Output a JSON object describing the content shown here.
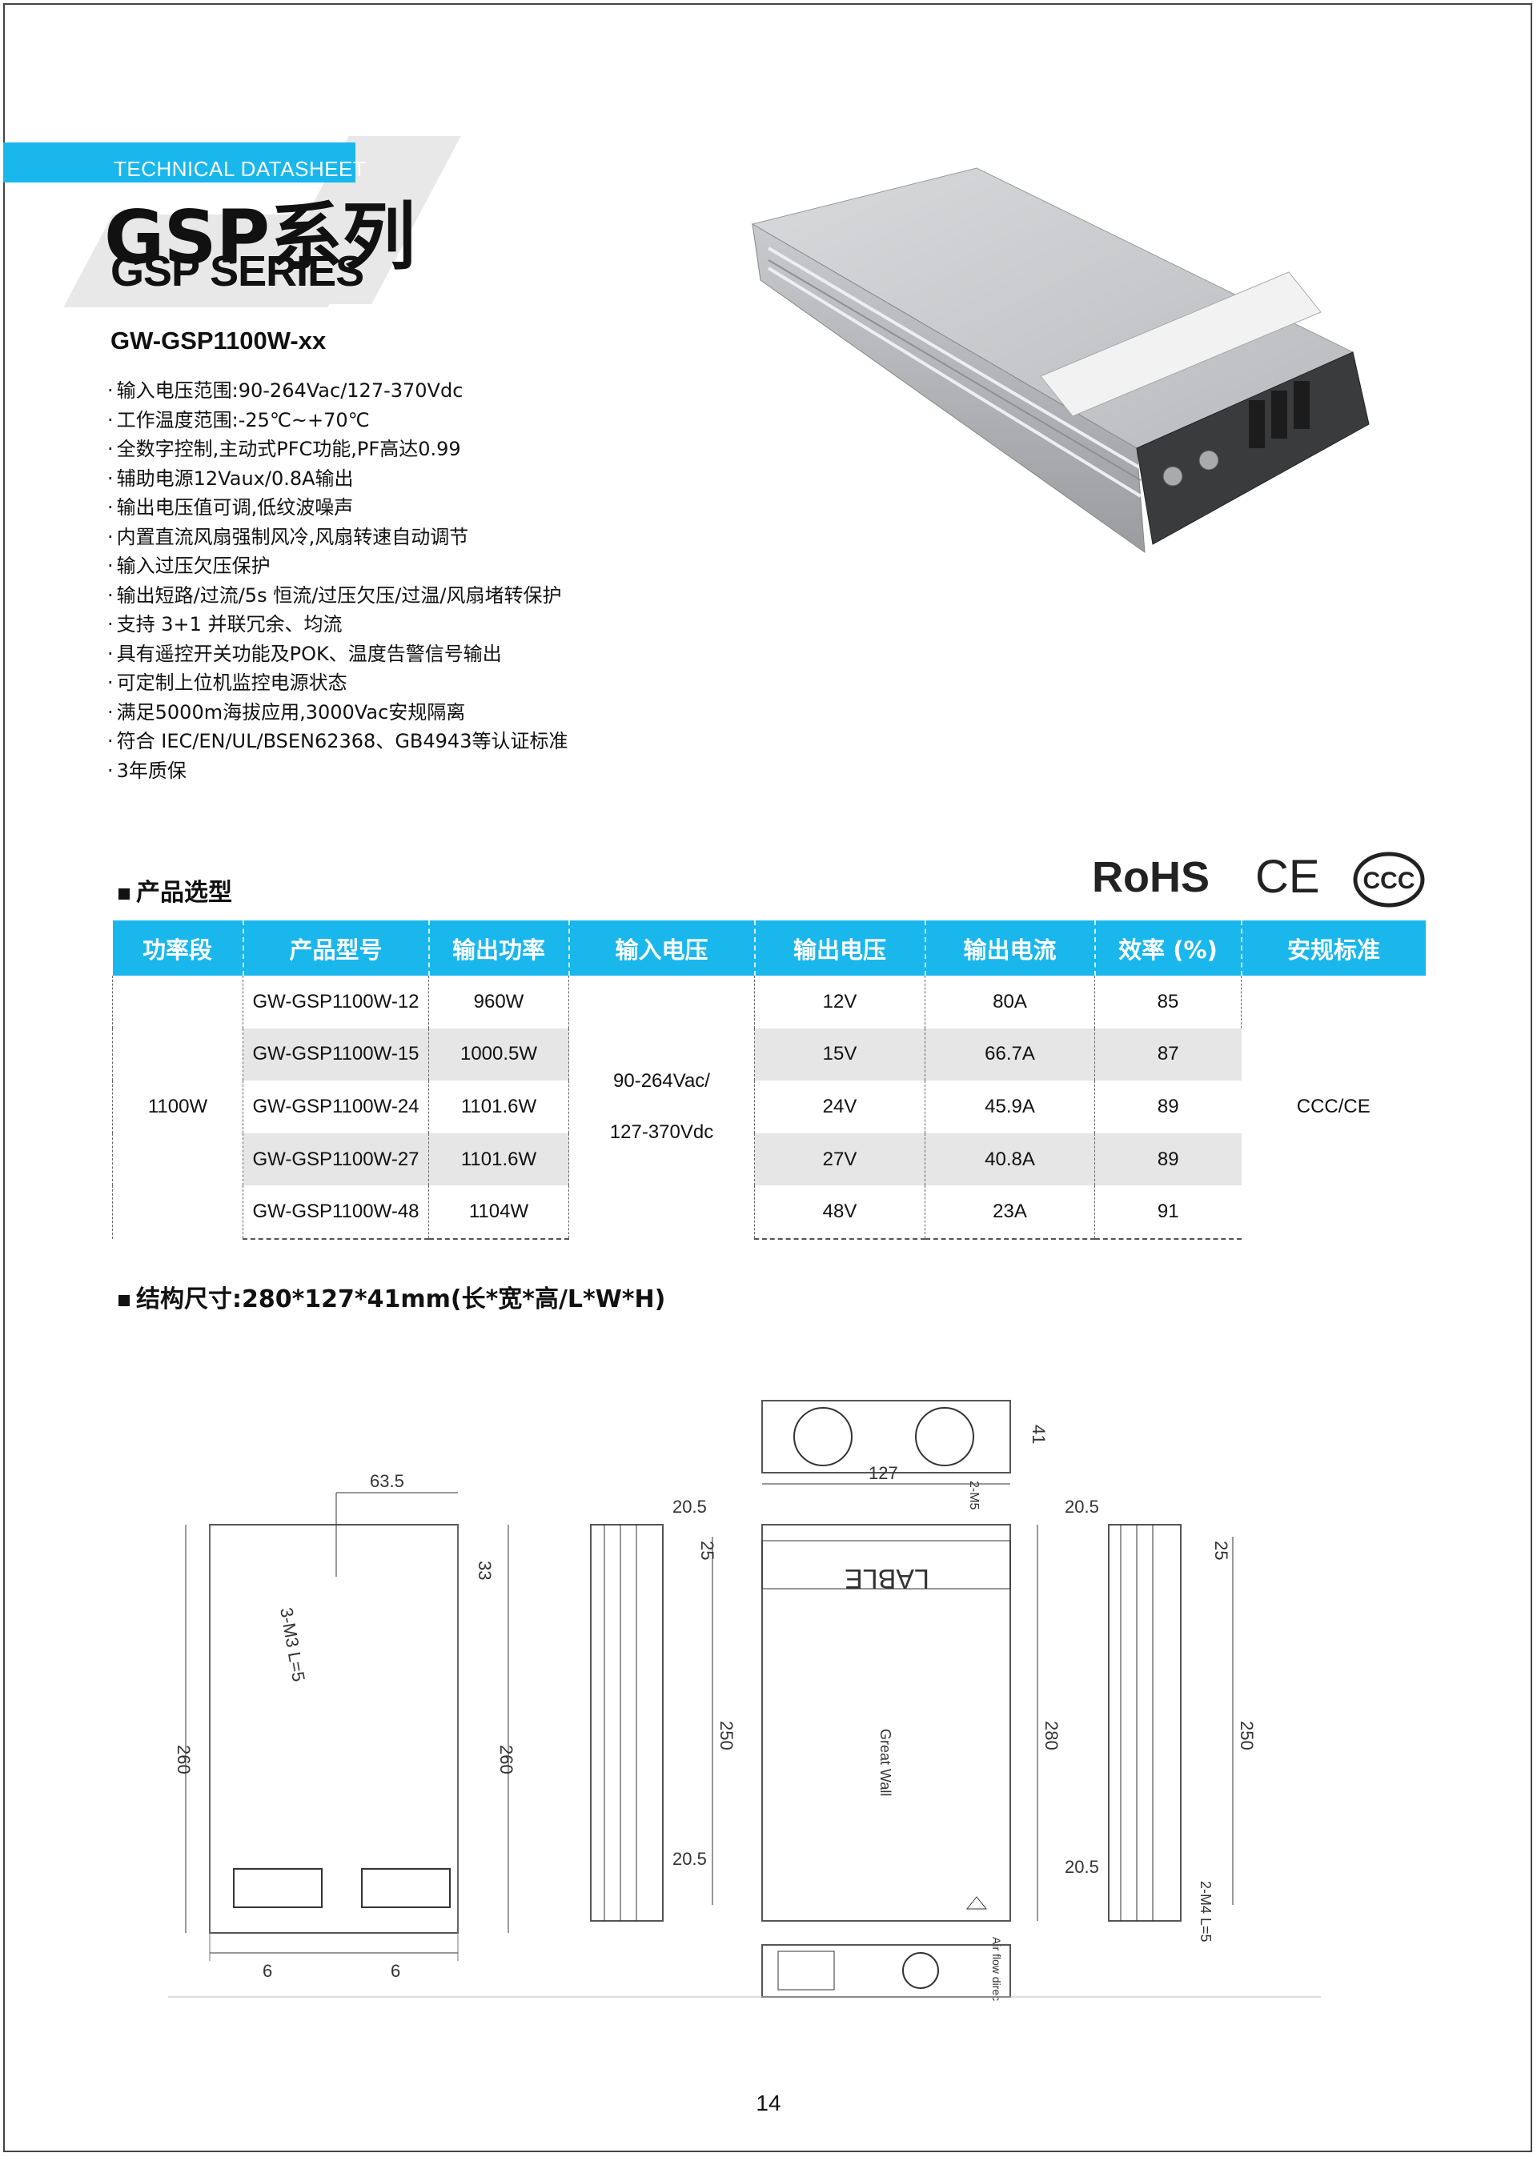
{
  "header": {
    "label": "TECHNICAL DATASHEET",
    "title_cn": "GSP系列",
    "title_en": "GSP SERIES"
  },
  "model": "GW-GSP1100W-xx",
  "features": [
    "输入电压范围:90-264Vac/127-370Vdc",
    "工作温度范围:-25℃~+70℃",
    "全数字控制,主动式PFC功能,PF高达0.99",
    "辅助电源12Vaux/0.8A输出",
    "输出电压值可调,低纹波噪声",
    "内置直流风扇强制风冷,风扇转速自动调节",
    "输入过压欠压保护",
    "输出短路/过流/5s 恒流/过压欠压/过温/风扇堵转保护",
    "支持 3+1 并联冗余、均流",
    "具有遥控开关功能及POK、温度告警信号输出",
    "可定制上位机监控电源状态",
    "满足5000m海拔应用,3000Vac安规隔离",
    "符合 IEC/EN/UL/BSEN62368、GB4943等认证标准",
    "3年质保"
  ],
  "selection": {
    "title": "产品选型",
    "certs": {
      "rohs": "RoHS",
      "ce": "CE",
      "ccc": "CCC"
    },
    "headers": [
      "功率段",
      "产品型号",
      "输出功率",
      "输入电压",
      "输出电压",
      "输出电流",
      "效率 (%)",
      "安规标准"
    ],
    "power_segment": "1100W",
    "input_voltage_line1": "90-264Vac/",
    "input_voltage_line2": "127-370Vdc",
    "safety": "CCC/CE",
    "rows": [
      {
        "model": "GW-GSP1100W-12",
        "power": "960W",
        "vout": "12V",
        "iout": "80A",
        "eff": "85"
      },
      {
        "model": "GW-GSP1100W-15",
        "power": "1000.5W",
        "vout": "15V",
        "iout": "66.7A",
        "eff": "87"
      },
      {
        "model": "GW-GSP1100W-24",
        "power": "1101.6W",
        "vout": "24V",
        "iout": "45.9A",
        "eff": "89"
      },
      {
        "model": "GW-GSP1100W-27",
        "power": "1101.6W",
        "vout": "27V",
        "iout": "40.8A",
        "eff": "89"
      },
      {
        "model": "GW-GSP1100W-48",
        "power": "1104W",
        "vout": "48V",
        "iout": "23A",
        "eff": "91"
      }
    ]
  },
  "dimensions_title": "结构尺寸:280*127*41mm(长*宽*高/L*W*H)",
  "drawing_labels": {
    "d63": "63.5",
    "d33": "33",
    "d260a": "260",
    "d260b": "260",
    "screw1": "3-M3 L=5",
    "d6a": "6",
    "d6b": "6",
    "d205a": "20.5",
    "d25a": "25",
    "d250a": "250",
    "d205b": "20.5",
    "d41": "41",
    "d127": "127",
    "d280": "280",
    "lable": "LABLE",
    "m5": "2-M5",
    "d205c": "20.5",
    "d25b": "25",
    "d250b": "250",
    "d205d": "20.5",
    "screw2": "2-M4 L=5",
    "brand": "Great Wall",
    "airflow": "Air flow direction"
  },
  "page_number": "14",
  "colors": {
    "accent": "#1ab7ec",
    "shade": "#e6e6e6",
    "gray_band": "#e8e8e8"
  }
}
